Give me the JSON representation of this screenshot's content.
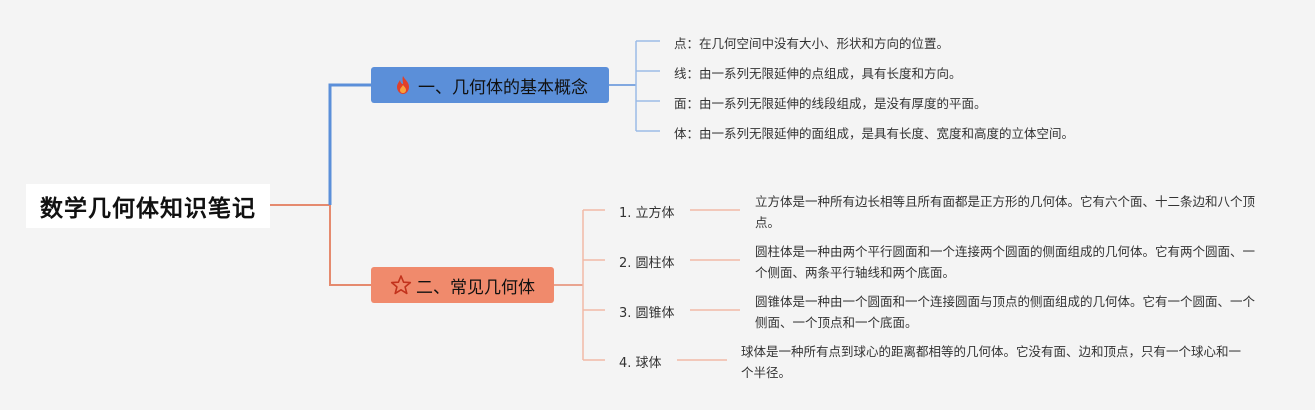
{
  "root": {
    "title": "数学几何体知识笔记"
  },
  "branches": [
    {
      "icon": "flame-icon",
      "label": "一、几何体的基本概念",
      "color": "#5b8fd9",
      "items": [
        "点：在几何空间中没有大小、形状和方向的位置。",
        "线：由一系列无限延伸的点组成，具有长度和方向。",
        "面：由一系列无限延伸的线段组成，是没有厚度的平面。",
        "体：由一系列无限延伸的面组成，是具有长度、宽度和高度的立体空间。"
      ]
    },
    {
      "icon": "star-icon",
      "label": "二、常见几何体",
      "color": "#f08a6c",
      "items": [
        {
          "name": "1. 立方体",
          "desc": "立方体是一种所有边长相等且所有面都是正方形的几何体。它有六个面、十二条边和八个顶点。"
        },
        {
          "name": "2. 圆柱体",
          "desc": "圆柱体是一种由两个平行圆面和一个连接两个圆面的侧面组成的几何体。它有两个圆面、一个侧面、两条平行轴线和两个底面。"
        },
        {
          "name": "3. 圆锥体",
          "desc": "圆锥体是一种由一个圆面和一个连接圆面与顶点的侧面组成的几何体。它有一个圆面、一个侧面、一个顶点和一个底面。"
        },
        {
          "name": "4. 球体",
          "desc": "球体是一种所有点到球心的距离都相等的几何体。它没有面、边和顶点，只有一个球心和一个半径。"
        }
      ]
    }
  ]
}
